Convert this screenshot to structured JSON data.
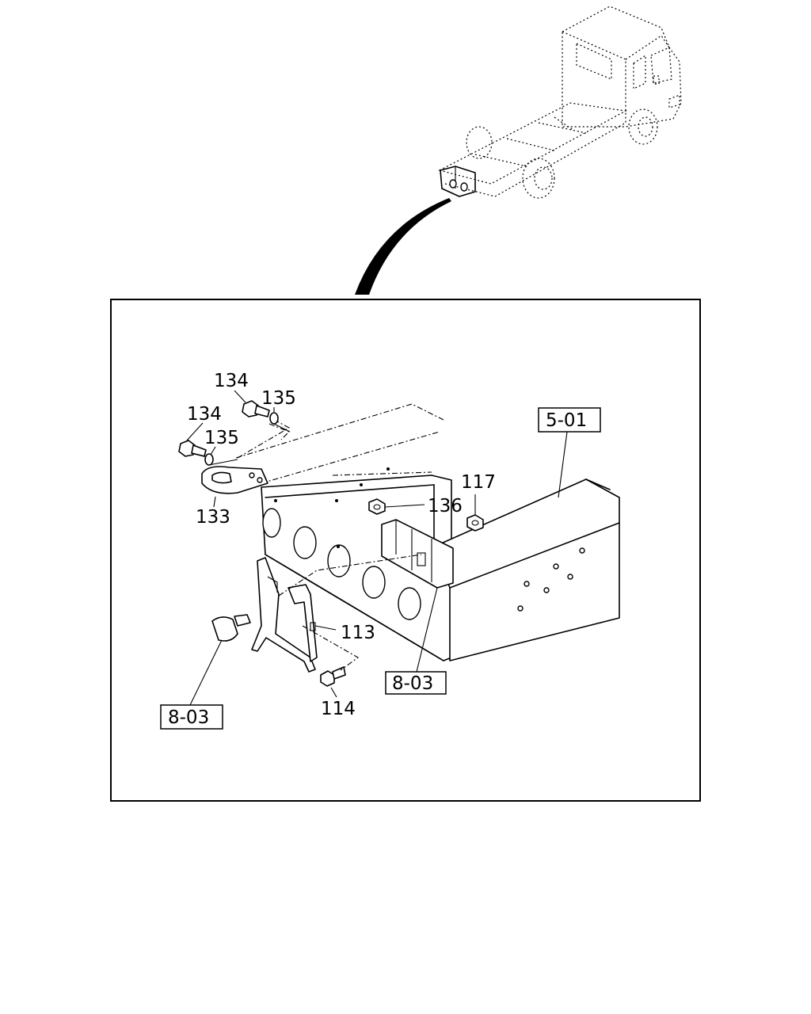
{
  "callouts": {
    "p134a": "134",
    "p135a": "135",
    "p134b": "134",
    "p135b": "135",
    "p133": "133",
    "p136": "136",
    "p117": "117",
    "p113": "113",
    "p114": "114"
  },
  "refs": {
    "r501": "5-01",
    "r803a": "8-03",
    "r803b": "8-03"
  }
}
